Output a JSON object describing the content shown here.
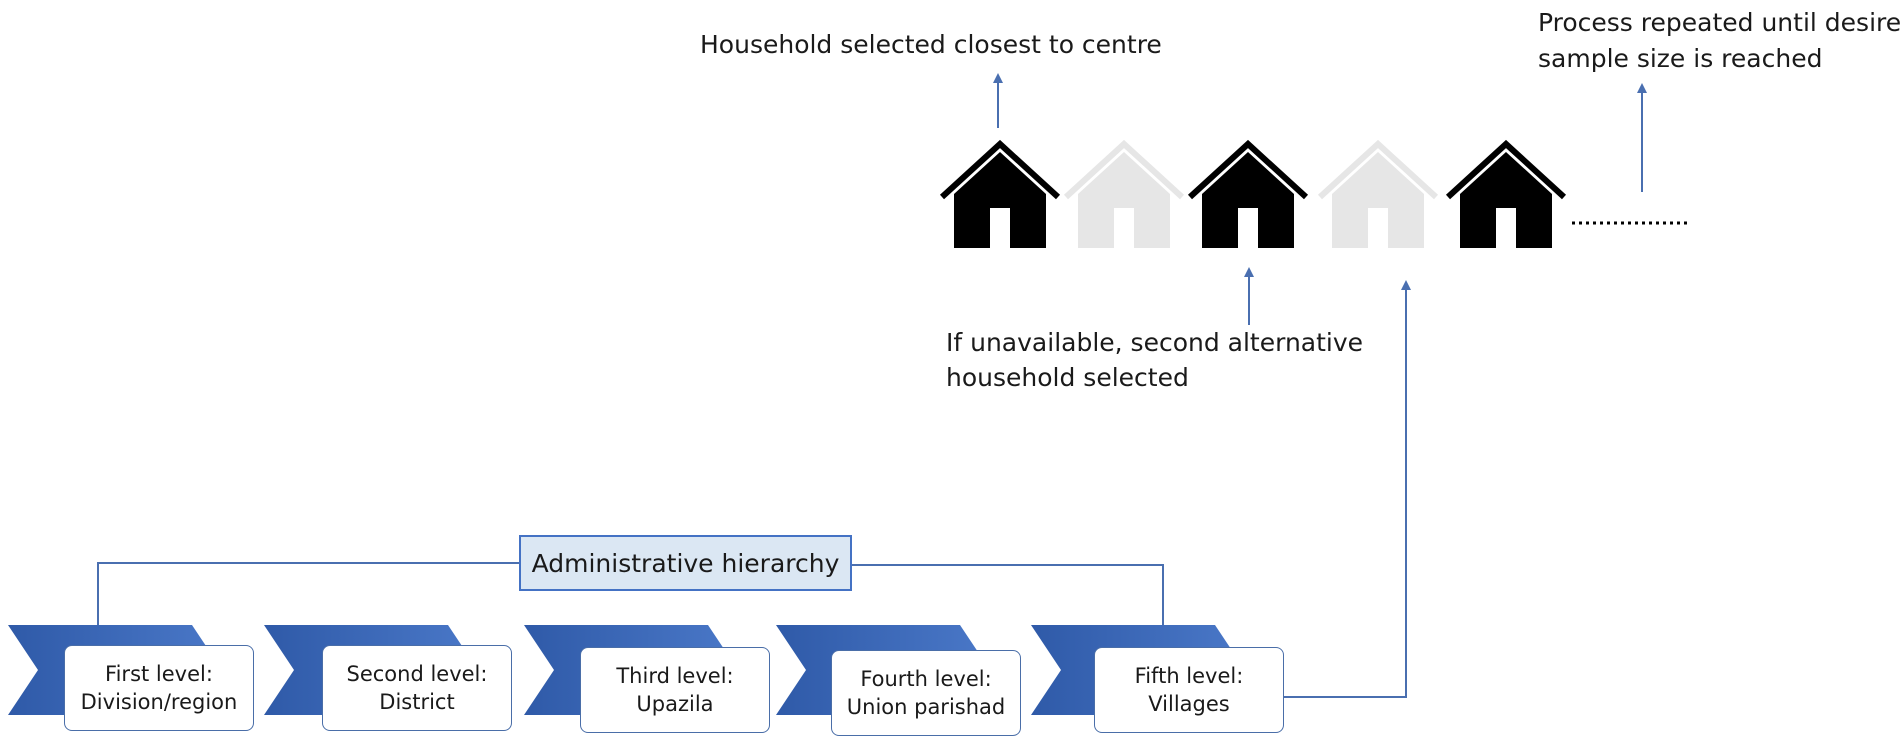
{
  "annotations": {
    "top_center": "Household selected closest to centre",
    "top_right_line1": "Process repeated until desired",
    "top_right_line2": "sample size is reached",
    "middle_line1": "If unavailable, second alternative",
    "middle_line2": "household selected"
  },
  "hierarchy": {
    "title": "Administrative hierarchy",
    "levels": [
      {
        "line1": "First level:",
        "line2": "Division/region"
      },
      {
        "line1": "Second level:",
        "line2": "District"
      },
      {
        "line1": "Third level:",
        "line2": "Upazila"
      },
      {
        "line1": "Fourth level:",
        "line2": "Union parishad"
      },
      {
        "line1": "Fifth level:",
        "line2": "Villages"
      }
    ]
  },
  "households": [
    {
      "state": "selected"
    },
    {
      "state": "not-selected"
    },
    {
      "state": "selected"
    },
    {
      "state": "not-selected"
    },
    {
      "state": "selected"
    }
  ],
  "colors": {
    "arrow": "#4a6fb0",
    "chevron": "#4472c4",
    "house_selected": "#000000",
    "house_unselected": "#e6e6e6",
    "title_fill": "#dbe7f3"
  }
}
